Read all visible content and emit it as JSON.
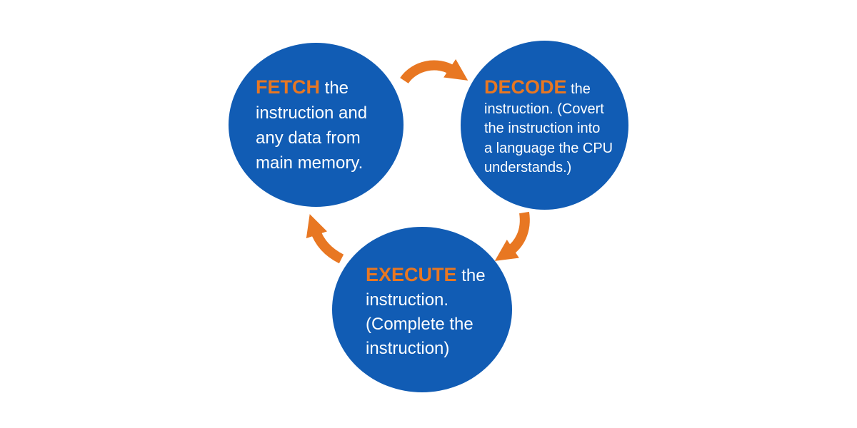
{
  "diagram": {
    "type": "cycle",
    "subject": "CPU fetch-decode-execute instruction cycle",
    "colors": {
      "circle_fill": "#115CB4",
      "arrow_and_keyword": "#E87722",
      "body_text": "#FDFEFF",
      "background": "#FFFFFF"
    },
    "nodes": [
      {
        "id": "fetch",
        "keyword": "FETCH",
        "text": " the\ninstruction and\nany data from\nmain memory."
      },
      {
        "id": "decode",
        "keyword": "DECODE",
        "text": " the\ninstruction. (Covert\nthe instruction into\na language the CPU\nunderstands.)"
      },
      {
        "id": "execute",
        "keyword": "EXECUTE",
        "text": " the\ninstruction.\n(Complete the\ninstruction)"
      }
    ],
    "arrows": [
      {
        "from": "fetch",
        "to": "decode"
      },
      {
        "from": "decode",
        "to": "execute"
      },
      {
        "from": "execute",
        "to": "fetch"
      }
    ]
  }
}
